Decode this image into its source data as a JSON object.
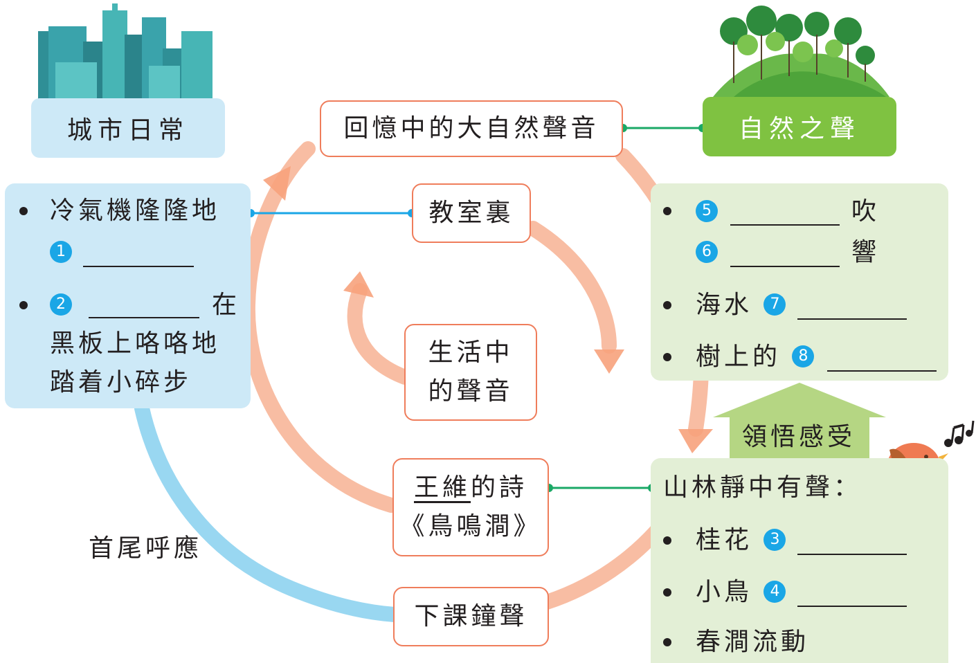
{
  "city": {
    "title": "城市日常"
  },
  "nature": {
    "title": "自然之聲"
  },
  "boxes": {
    "memory": "回憶中的大自然聲音",
    "classroom": "教室裏",
    "life_line1": "生活中",
    "life_line2": "的聲音",
    "poet": "王維",
    "poem_suffix": "的詩",
    "poem_title": "《鳥鳴澗》",
    "bell": "下課鐘聲"
  },
  "city_items": {
    "aircon": "冷氣機隆隆地",
    "n1": "1",
    "n2": "2",
    "on": "在",
    "board": "黑板上咯咯地",
    "steps": "踏着小碎步"
  },
  "nature_items": {
    "n5": "5",
    "blow": "吹",
    "n6": "6",
    "ring": "響",
    "sea": "海水",
    "n7": "7",
    "tree": "樹上的",
    "n8": "8"
  },
  "insight": "領悟感受",
  "mountain": {
    "heading": "山林靜中有聲：",
    "osmanthus": "桂花",
    "n3": "3",
    "bird": "小鳥",
    "n4": "4",
    "stream": "春澗流動"
  },
  "echo": "首尾呼應",
  "colors": {
    "orange_spiral": "#f5a47f",
    "blue_arc": "#7fcbea",
    "city_panel": "#cde9f7",
    "nature_panel": "#e3efd6",
    "nature_title": "#7fc241",
    "box_border": "#ef7d5b",
    "number_badge": "#1aa6e6",
    "connector_blue": "#1aa6e6",
    "connector_green": "#1aa866"
  },
  "icons": [
    "city-skyline-icon",
    "forest-hill-icon",
    "singing-bird-icon",
    "music-notes-icon"
  ]
}
